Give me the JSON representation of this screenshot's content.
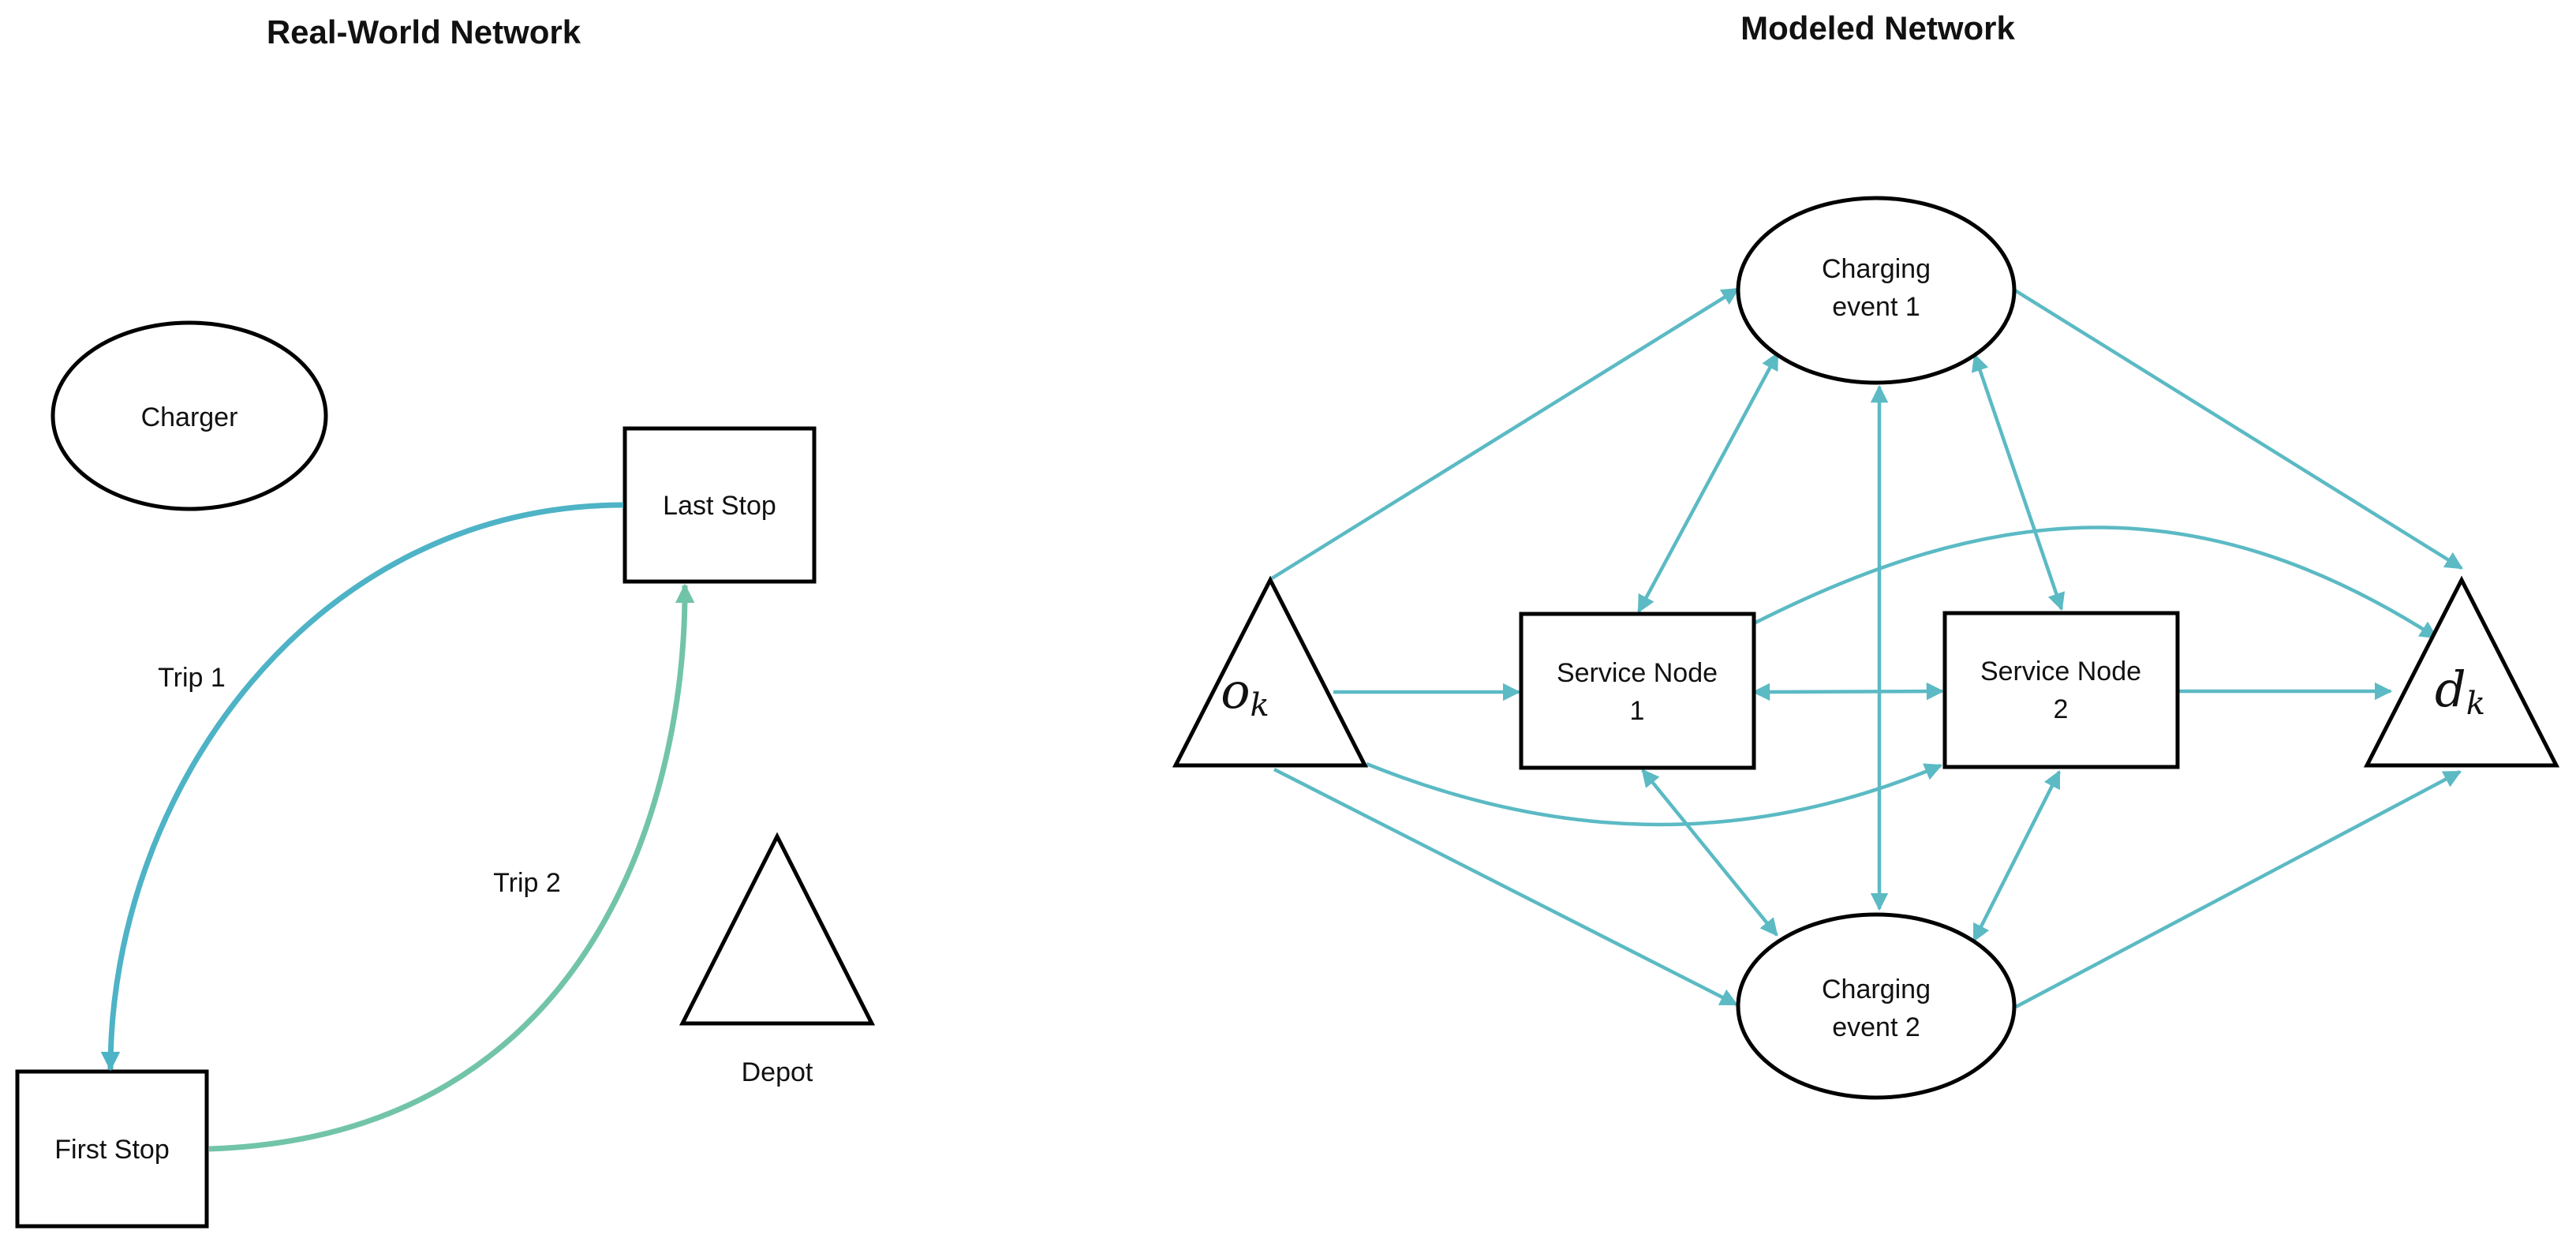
{
  "left_panel": {
    "title": "Real-World Network",
    "charger_label": "Charger",
    "last_stop_label": "Last Stop",
    "first_stop_label": "First Stop",
    "depot_label": "Depot",
    "trip1_label": "Trip 1",
    "trip2_label": "Trip 2",
    "colors": {
      "trip1": "#4eb3c6",
      "trip2": "#72c4a8"
    }
  },
  "right_panel": {
    "title": "Modeled Network",
    "charging_event_1": [
      "Charging",
      "event 1"
    ],
    "charging_event_2": [
      "Charging",
      "event 2"
    ],
    "service_node_1": [
      "Service Node",
      "1"
    ],
    "service_node_2": [
      "Service Node",
      "2"
    ],
    "origin": {
      "base": "o",
      "sub": "k"
    },
    "destination": {
      "base": "d",
      "sub": "k"
    },
    "colors": {
      "edge": "#5bbac4"
    }
  }
}
